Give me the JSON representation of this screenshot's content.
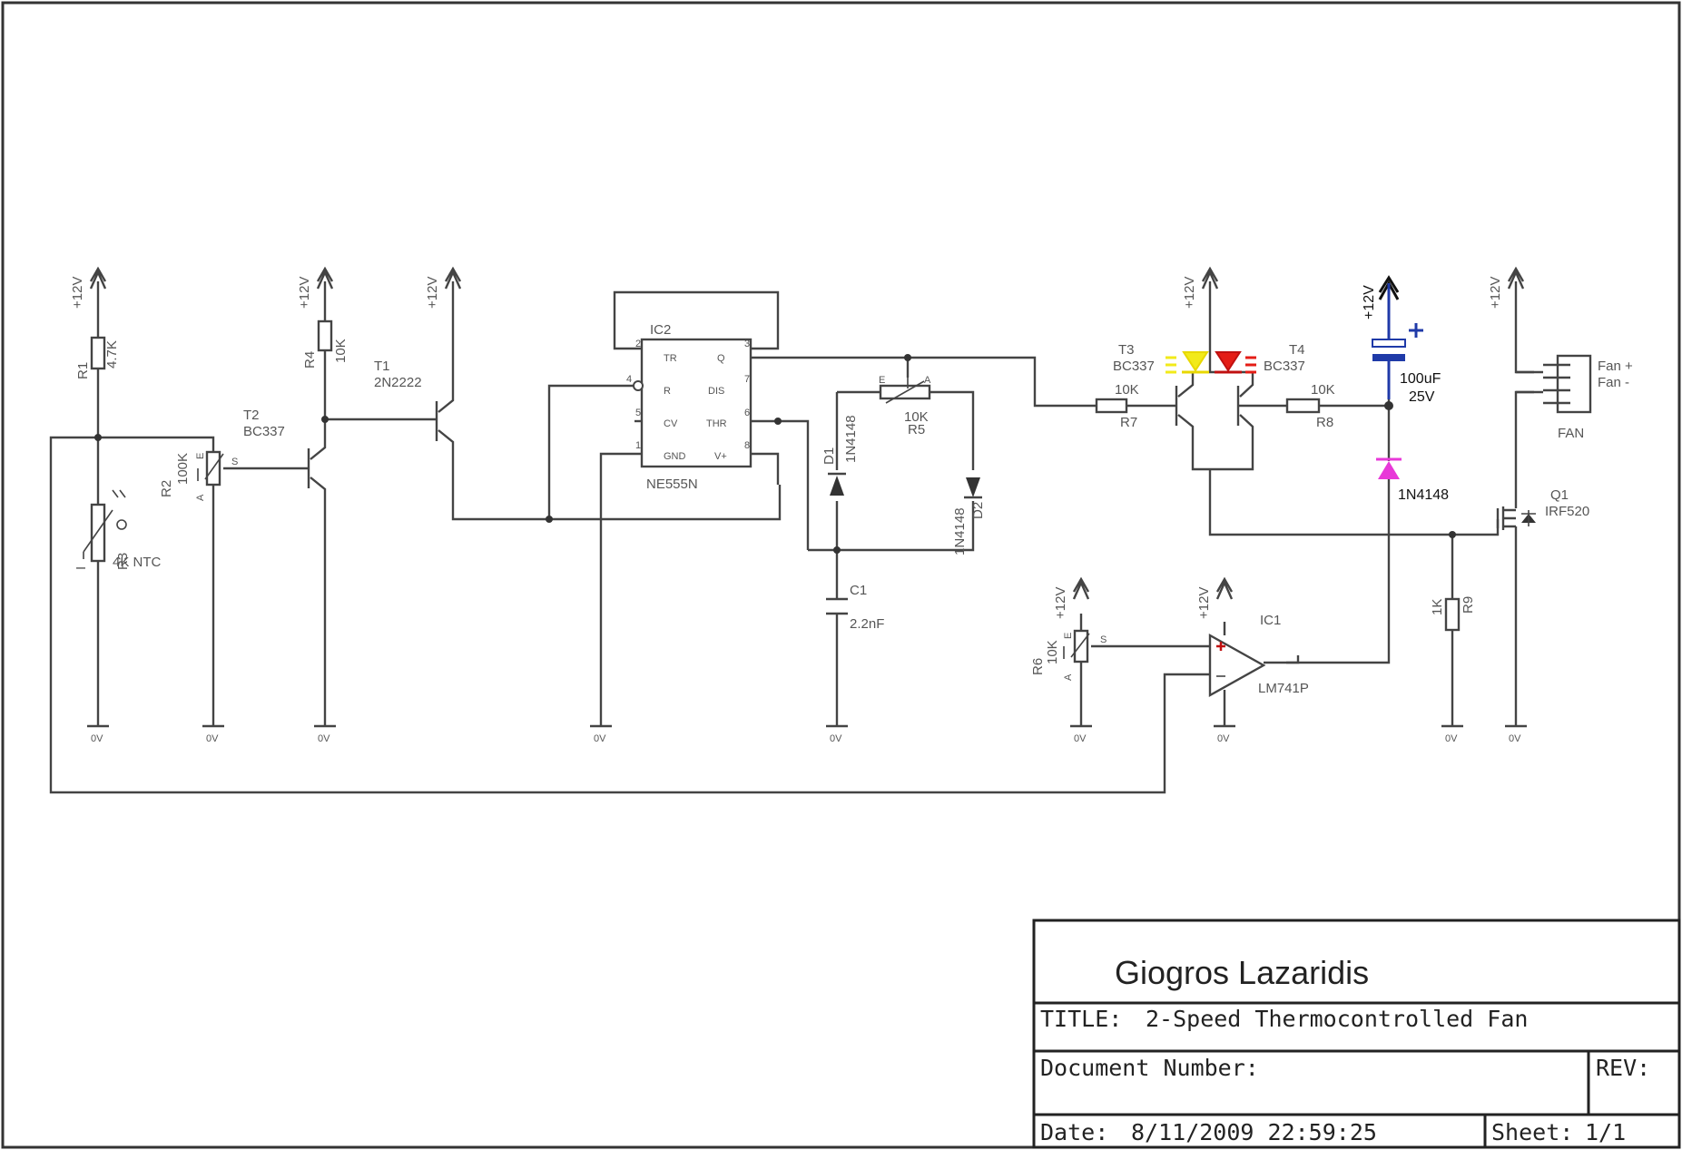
{
  "supply_label": "+12V",
  "ground_label": "0V",
  "components": {
    "R1": {
      "ref": "R1",
      "value": "4.7K"
    },
    "R2": {
      "ref": "R2",
      "value": "100K"
    },
    "R3": {
      "ref": "R3",
      "value": "4K NTC"
    },
    "R4": {
      "ref": "R4",
      "value": "10K"
    },
    "R5": {
      "ref": "R5",
      "value": "10K"
    },
    "R6": {
      "ref": "R6",
      "value": "10K"
    },
    "R7": {
      "ref": "R7",
      "value": "10K"
    },
    "R8": {
      "ref": "R8",
      "value": "10K"
    },
    "R9": {
      "ref": "R9",
      "value": "1K"
    },
    "T1": {
      "ref": "T1",
      "value": "2N2222"
    },
    "T2": {
      "ref": "T2",
      "value": "BC337"
    },
    "T3": {
      "ref": "T3",
      "value": "BC337"
    },
    "T4": {
      "ref": "T4",
      "value": "BC337"
    },
    "IC1": {
      "ref": "IC1",
      "value": "LM741P"
    },
    "IC2": {
      "ref": "IC2",
      "value": "NE555N"
    },
    "C1": {
      "ref": "C1",
      "value": "2.2nF"
    },
    "C2": {
      "value": "100uF",
      "voltage": "25V"
    },
    "D1": {
      "ref": "D1",
      "value": "1N4148"
    },
    "D2": {
      "ref": "D2",
      "value": "1N4148"
    },
    "D3": {
      "value": "1N4148"
    },
    "Q1": {
      "ref": "Q1",
      "value": "IRF520"
    },
    "FAN": {
      "ref": "FAN",
      "pin1": "Fan +",
      "pin2": "Fan -"
    }
  },
  "ic2_pins": {
    "tr": "TR",
    "q": "Q",
    "r": "R",
    "dis": "DIS",
    "cv": "CV",
    "thr": "THR",
    "gnd": "GND",
    "vplus": "V+"
  },
  "pin_marks": {
    "s": "S",
    "a": "A",
    "e": "E",
    "n4": "4",
    "n7": "7",
    "n2": "2",
    "n3": "3",
    "n6": "6",
    "n1": "1",
    "n5": "5",
    "n8": "8",
    "i": "I"
  },
  "title_block": {
    "author": "Giogros Lazaridis",
    "title_label": "TITLE:",
    "title": "2-Speed Thermocontrolled Fan",
    "doc_number_label": "Document Number:",
    "rev_label": "REV:",
    "date_label": "Date:",
    "date": "8/11/2009 22:59:25",
    "sheet_label": "Sheet:",
    "sheet": "1/1"
  },
  "colors": {
    "yellow_led": "#f2ea1a",
    "red_led": "#e41d16",
    "capacitor": "#1f3aa8",
    "diode_magenta": "#e838d8"
  }
}
